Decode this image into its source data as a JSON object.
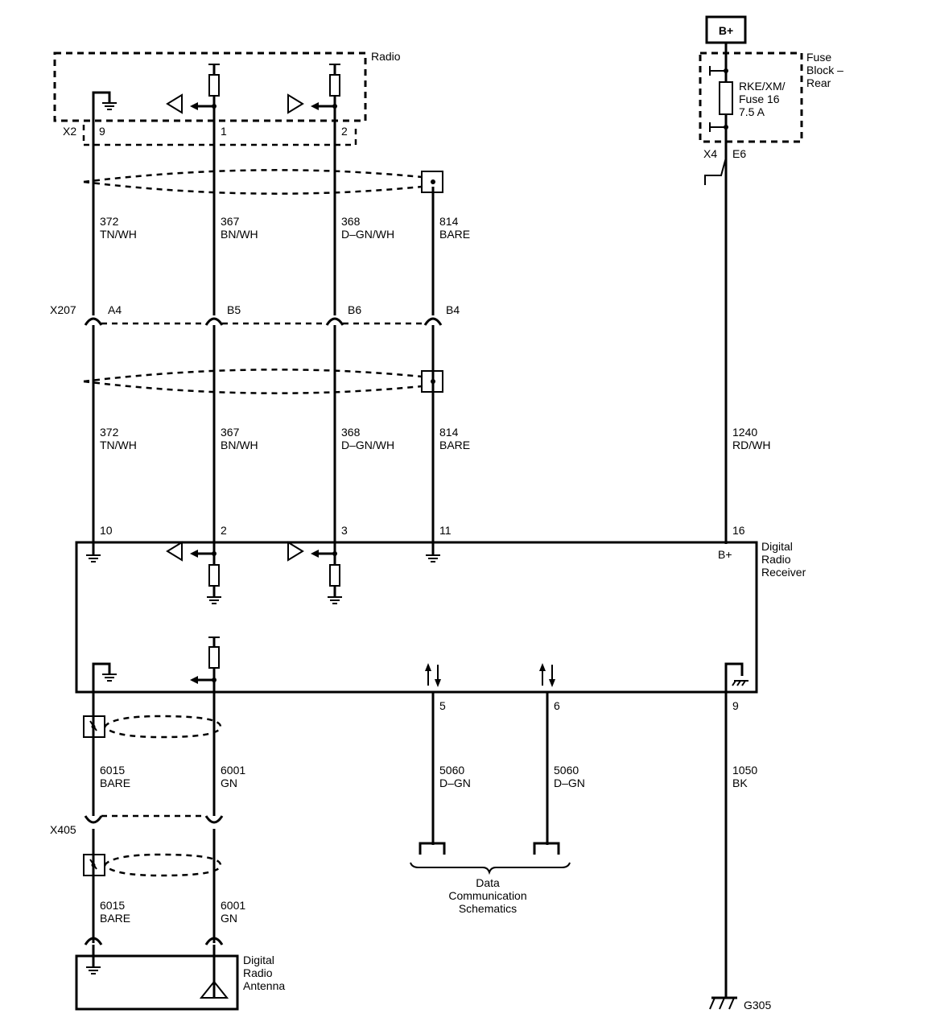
{
  "components": {
    "radio": "Radio",
    "fuse_block": [
      "Fuse",
      "Block –",
      "Rear"
    ],
    "fuse": [
      "RKE/XM/",
      "Fuse 16",
      "7.5 A"
    ],
    "battery": "B+",
    "receiver": [
      "Digital",
      "Radio",
      "Receiver"
    ],
    "receiver_bplus": "B+",
    "antenna": [
      "Digital",
      "Radio",
      "Antenna"
    ],
    "data_comm": [
      "Data",
      "Communication",
      "Schematics"
    ],
    "ground": "G305"
  },
  "connectors": {
    "x2": "X2",
    "x207": "X207",
    "x405": "X405",
    "x4": "X4",
    "e6": "E6"
  },
  "pins": {
    "radio": [
      "9",
      "1",
      "2"
    ],
    "x207": [
      "A4",
      "B5",
      "B6",
      "B4"
    ],
    "receiver_top": [
      "10",
      "2",
      "3",
      "11",
      "16"
    ],
    "receiver_bottom": [
      "5",
      "6",
      "9"
    ]
  },
  "wires": {
    "upper": [
      {
        "circuit": "372",
        "color": "TN/WH"
      },
      {
        "circuit": "367",
        "color": "BN/WH"
      },
      {
        "circuit": "368",
        "color": "D–GN/WH"
      },
      {
        "circuit": "814",
        "color": "BARE"
      }
    ],
    "middle": [
      {
        "circuit": "372",
        "color": "TN/WH"
      },
      {
        "circuit": "367",
        "color": "BN/WH"
      },
      {
        "circuit": "368",
        "color": "D–GN/WH"
      },
      {
        "circuit": "814",
        "color": "BARE"
      },
      {
        "circuit": "1240",
        "color": "RD/WH"
      }
    ],
    "lower": [
      {
        "circuit": "6015",
        "color": "BARE"
      },
      {
        "circuit": "6001",
        "color": "GN"
      },
      {
        "circuit": "5060",
        "color": "D–GN"
      },
      {
        "circuit": "5060",
        "color": "D–GN"
      },
      {
        "circuit": "1050",
        "color": "BK"
      }
    ],
    "antenna": [
      {
        "circuit": "6015",
        "color": "BARE"
      },
      {
        "circuit": "6001",
        "color": "GN"
      }
    ]
  }
}
